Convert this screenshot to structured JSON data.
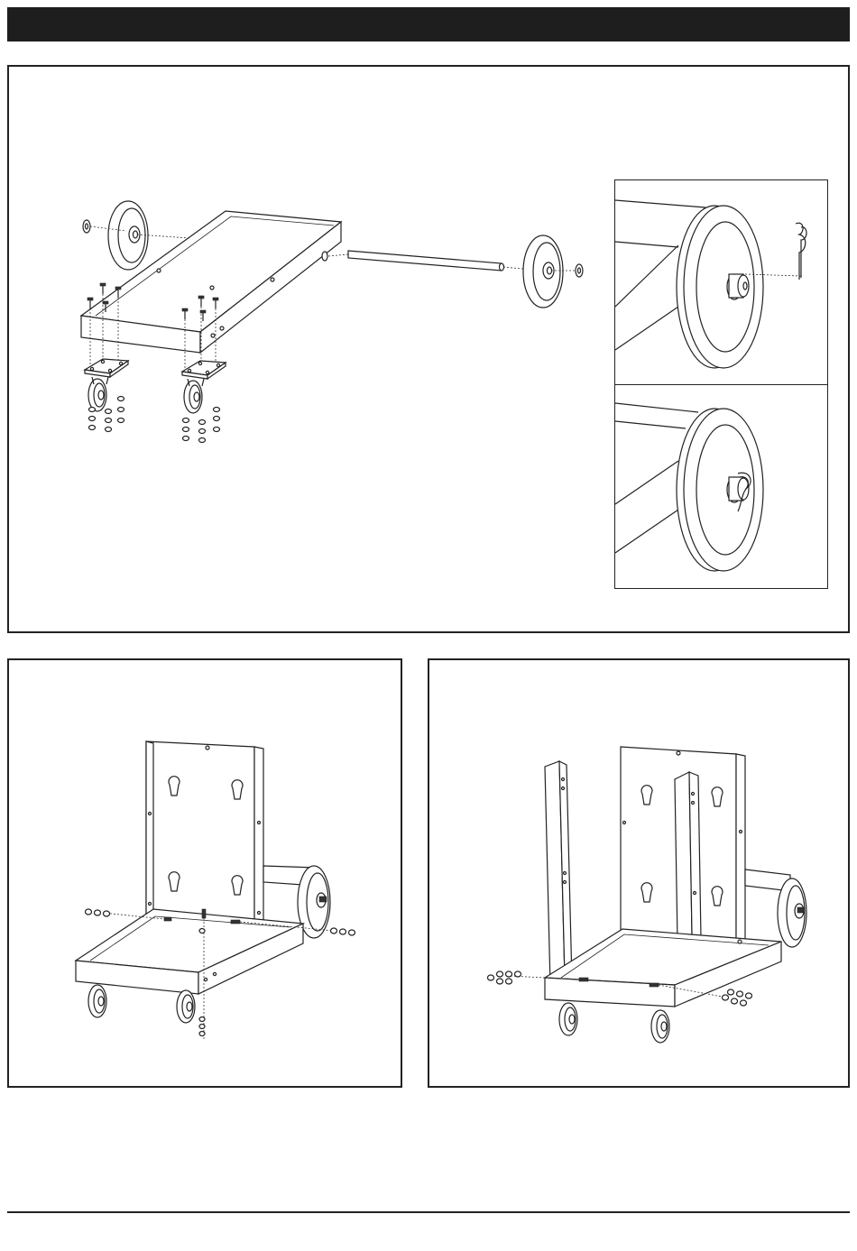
{
  "header": {
    "title": ""
  },
  "steps": [
    {
      "id": "step-1",
      "label": ""
    },
    {
      "id": "step-2",
      "label": ""
    },
    {
      "id": "step-3",
      "label": ""
    }
  ],
  "colors": {
    "ink": "#222222",
    "header_bar": "#1e1e1e",
    "paper": "#ffffff"
  },
  "footer": {
    "page_number": ""
  }
}
